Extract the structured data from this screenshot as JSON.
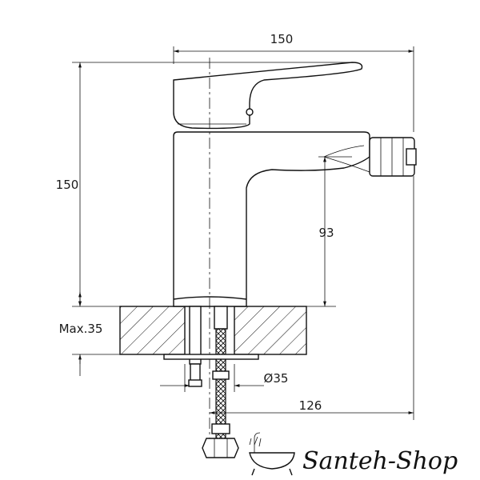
{
  "dimensions": {
    "width_top": "150",
    "height_left": "150",
    "spout_height": "93",
    "max_thickness": "Max.35",
    "hole_diameter": "Ø35",
    "depth_bottom": "126"
  },
  "brand": {
    "name": "Santeh-Shop"
  }
}
